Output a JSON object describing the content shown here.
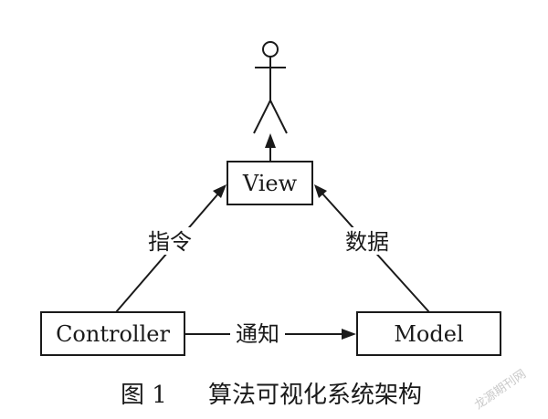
{
  "diagram": {
    "nodes": {
      "view": "View",
      "controller": "Controller",
      "model": "Model"
    },
    "edges": {
      "controller_to_view": "指令",
      "controller_to_model": "通知",
      "model_to_view": "数据"
    },
    "actor_icon": "user-stick-figure-icon"
  },
  "caption": {
    "figure_number": "图 1",
    "title": "算法可视化系统架构"
  },
  "watermark": "龙源期刊网",
  "colors": {
    "stroke": "#1a1a1a",
    "background": "#ffffff",
    "watermark": "#c9c9c9"
  }
}
